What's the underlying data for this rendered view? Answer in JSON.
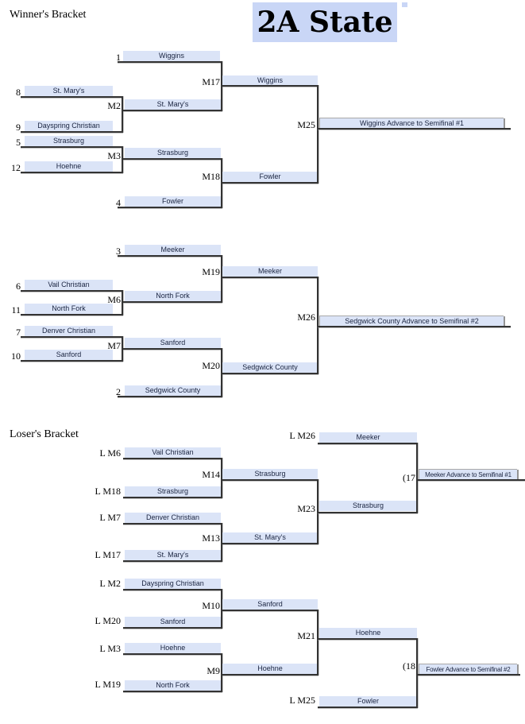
{
  "title": "2A State",
  "colors": {
    "box_fill": "#dbe4f7",
    "title_fill": "#c9d6f6",
    "line": "#333333"
  },
  "winners": {
    "label": "Winner's Bracket",
    "m2": {
      "label": "M2",
      "top_seed": "8",
      "top": "St. Mary's",
      "bottom_seed": "9",
      "bottom": "Dayspring Christian",
      "winner": "St. Mary's"
    },
    "m3": {
      "label": "M3",
      "top_seed": "5",
      "top": "Strasburg",
      "bottom_seed": "12",
      "bottom": "Hoehne",
      "winner": "Strasburg"
    },
    "m6": {
      "label": "M6",
      "top_seed": "6",
      "top": "Vail Christian",
      "bottom_seed": "11",
      "bottom": "North Fork",
      "winner": "North Fork"
    },
    "m7": {
      "label": "M7",
      "top_seed": "7",
      "top": "Denver Christian",
      "bottom_seed": "10",
      "bottom": "Sanford",
      "winner": "Sanford"
    },
    "m17": {
      "label": "M17",
      "top_seed": "1",
      "top": "Wiggins",
      "winner": "Wiggins"
    },
    "m18": {
      "label": "M18",
      "bottom_seed": "4",
      "bottom": "Fowler",
      "winner": "Fowler"
    },
    "m19": {
      "label": "M19",
      "top_seed": "3",
      "top": "Meeker",
      "winner": "Meeker"
    },
    "m20": {
      "label": "M20",
      "bottom_seed": "2",
      "bottom": "Sedgwick County",
      "winner": "Sedgwick County"
    },
    "m25": {
      "label": "M25",
      "advance": "Wiggins Advance to Semifinal #1"
    },
    "m26": {
      "label": "M26",
      "advance": "Sedgwick County Advance to Semifinal #2"
    }
  },
  "losers": {
    "label": "Loser's Bracket",
    "m14": {
      "label": "M14",
      "top_src": "L M6",
      "top": "Vail Christian",
      "bottom_src": "L M18",
      "bottom": "Strasburg",
      "winner": "Strasburg"
    },
    "m13": {
      "label": "M13",
      "top_src": "L M7",
      "top": "Denver Christian",
      "bottom_src": "L M17",
      "bottom": "St. Mary's",
      "winner": "St. Mary's"
    },
    "m23": {
      "label": "M23",
      "winner": "Strasburg"
    },
    "m17f": {
      "label": "(17",
      "top_src": "L M26",
      "top": "Meeker",
      "advance": "Meeker Advance to Semifinal #1"
    },
    "m10": {
      "label": "M10",
      "top_src": "L M2",
      "top": "Dayspring Christian",
      "bottom_src": "L M20",
      "bottom": "Sanford",
      "winner": "Sanford"
    },
    "m9": {
      "label": "M9",
      "top_src": "L M3",
      "top": "Hoehne",
      "bottom_src": "L M19",
      "bottom": "North Fork",
      "winner": "Hoehne"
    },
    "m21": {
      "label": "M21",
      "winner": "Hoehne"
    },
    "m18f": {
      "label": "(18",
      "bottom_src": "L M25",
      "bottom": "Fowler",
      "advance": "Fowler Advance to Semifinal #2"
    }
  }
}
